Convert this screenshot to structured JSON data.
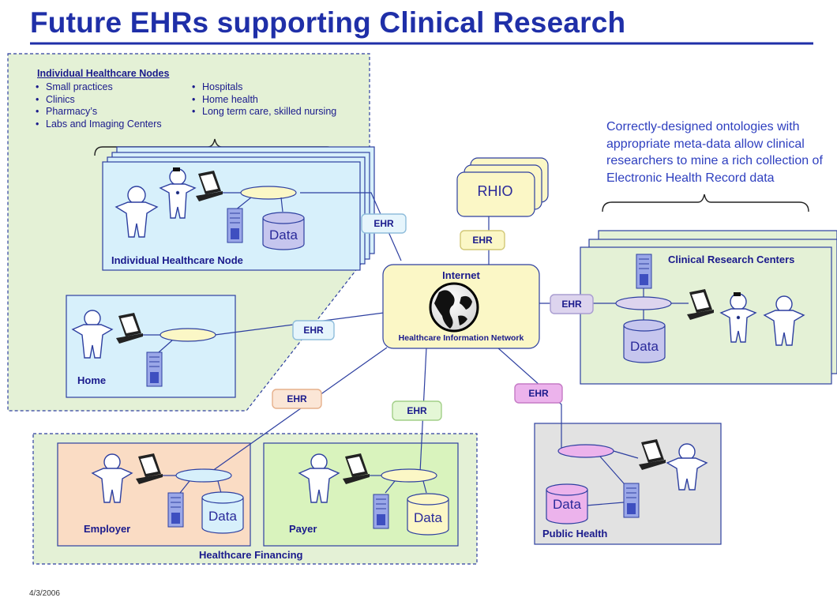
{
  "title": "Future EHRs supporting Clinical Research",
  "individual_nodes": {
    "header": "Individual Healthcare Nodes",
    "col1": [
      "Small practices",
      "Clinics",
      "Pharmacy’s",
      "Labs and Imaging Centers"
    ],
    "col2": [
      "Hospitals",
      "Home health",
      "Long term care, skilled nursing"
    ],
    "node_label": "Individual Healthcare Node",
    "data_label": "Data"
  },
  "home": {
    "label": "Home"
  },
  "internet": {
    "top": "Internet",
    "bottom": "Healthcare Information Network"
  },
  "rhio": {
    "label": "RHIO"
  },
  "ehr_label": "EHR",
  "research_note": "Correctly-designed ontologies with appropriate meta-data allow clinical researchers to mine a rich collection of Electronic Health Record data",
  "research": {
    "label": "Clinical Research Centers",
    "data_label": "Data"
  },
  "financing": {
    "label": "Healthcare Financing",
    "employer": {
      "label": "Employer",
      "data_label": "Data"
    },
    "payer": {
      "label": "Payer",
      "data_label": "Data"
    }
  },
  "public_health": {
    "label": "Public Health",
    "data_label": "Data"
  },
  "date": "4/3/2006",
  "colors": {
    "title": "#1f2fa8",
    "node_fill": "#d7f0fb",
    "green_region": "#e4f1d6",
    "internet_fill": "#fbf7c6",
    "employer_fill": "#fadcc4",
    "payer_fill": "#d9f3bd",
    "public_health_fill": "#e2e2e2",
    "ehr_ext_fill": "#ddd4ee",
    "ehr_pub_fill": "#ecb3ec"
  }
}
